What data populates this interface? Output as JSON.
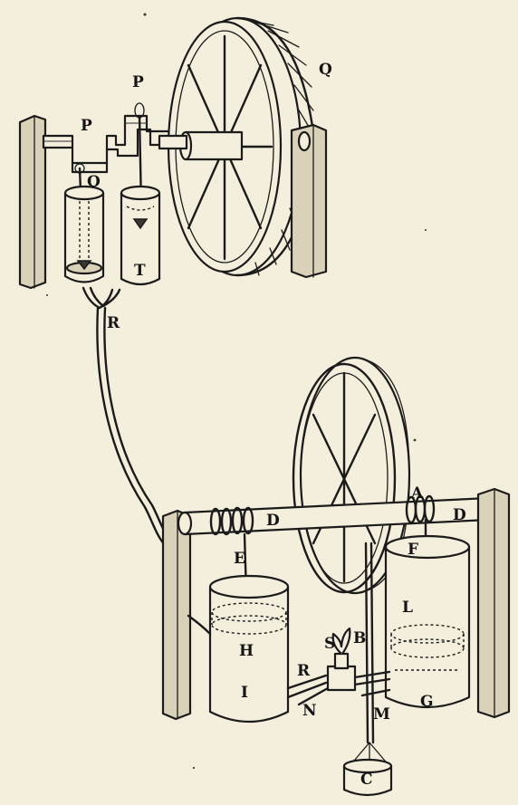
{
  "labels": {
    "P1": "P",
    "P2": "P",
    "Q": "Q",
    "O": "O",
    "T": "T",
    "R1": "R",
    "A": "A",
    "D1": "D",
    "D2": "D",
    "E": "E",
    "F": "F",
    "H": "H",
    "L": "L",
    "S": "S",
    "B": "B",
    "R2": "R",
    "I": "I",
    "N": "N",
    "M": "M",
    "G": "G",
    "C": "C"
  },
  "colors": {
    "paper": "#f4efdc",
    "ink": "#1b1b1b"
  }
}
